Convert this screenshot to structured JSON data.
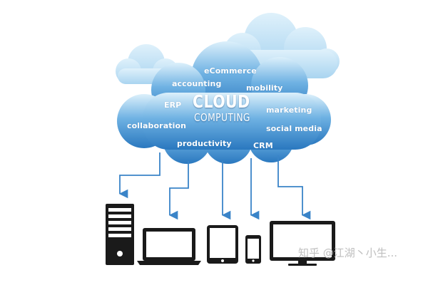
{
  "diagram": {
    "title_line1": "CLOUD",
    "title_line2": "COMPUTING",
    "terms": {
      "ecommerce": "eCommerce",
      "accounting": "accounting",
      "mobility": "mobility",
      "erp": "ERP",
      "marketing": "marketing",
      "collaboration": "collaboration",
      "social_media": "social media",
      "productivity": "productivity",
      "crm": "CRM"
    },
    "devices": [
      "server-tower",
      "laptop",
      "tablet",
      "smartphone",
      "desktop-monitor"
    ]
  },
  "watermark": {
    "text": "知乎 @江湖丶小生..."
  },
  "colors": {
    "cloud_light": "#d2ebfa",
    "cloud_dark": "#2f7fc4",
    "arrow": "#3a84c8",
    "device": "#1a1a1a"
  }
}
